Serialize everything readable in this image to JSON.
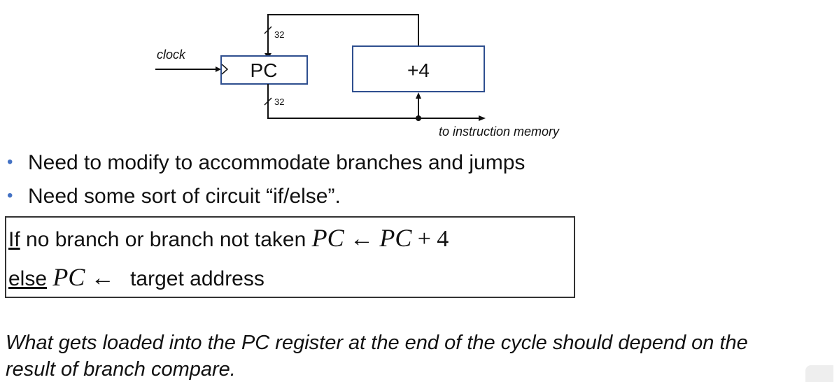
{
  "diagram": {
    "clock_label": "clock",
    "pc_label": "PC",
    "adder_label": "+4",
    "bus_width_top": "32",
    "bus_width_bottom": "32",
    "output_label": "to instruction memory"
  },
  "bullets": [
    "Need to modify to accommodate branches and jumps",
    "Need some sort of circuit “if/else”."
  ],
  "rule": {
    "if_keyword": "If",
    "if_text": " no branch or branch not taken",
    "if_lhs": "PC",
    "arrow": "←",
    "if_rhs": "PC",
    "plus": "+",
    "four": "4",
    "else_keyword": "else",
    "else_lhs": "PC",
    "else_text": "target address"
  },
  "caption": {
    "line1": "What gets loaded into the PC register at the end of the cycle should depend on the",
    "line2": "result of branch compare."
  },
  "colors": {
    "box_border": "#2f4f8f",
    "bullet": "#4472c4",
    "wire": "#111111"
  }
}
